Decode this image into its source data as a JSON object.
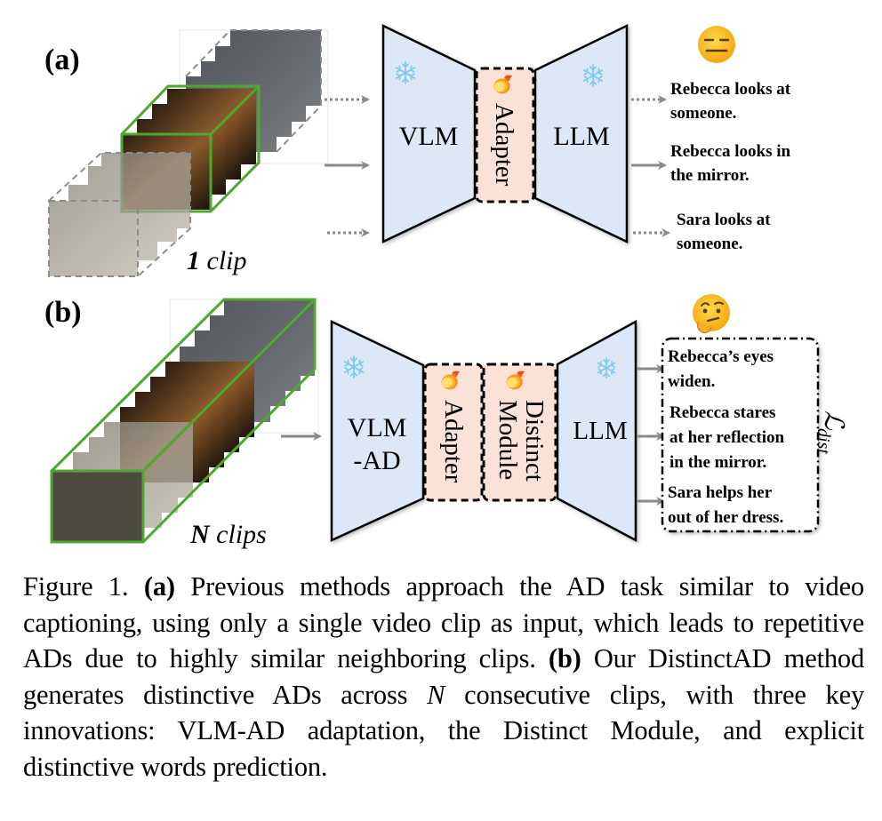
{
  "figure": {
    "panel_a": {
      "label": "(a)",
      "input_label_num": "1",
      "input_label_text": " clip",
      "vlm": "VLM",
      "adapter": "Adapter",
      "llm": "LLM",
      "frozen_icon": "snowflake-icon",
      "trainable_icon": "fire-icon",
      "reaction_icon": "expressionless-face-icon",
      "outputs": [
        {
          "line1": "Rebecca looks at",
          "line2": "someone."
        },
        {
          "line1": "Rebecca looks in",
          "line2": "the mirror."
        },
        {
          "line1": "Sara looks at",
          "line2": "someone."
        }
      ]
    },
    "panel_b": {
      "label": "(b)",
      "input_label_num": "N",
      "input_label_text": " clips",
      "vlm_line1": "VLM",
      "vlm_line2": "-AD",
      "adapter": "Adapter",
      "distinct_line1": "Distinct",
      "distinct_line2": "Module",
      "llm": "LLM",
      "reaction_icon": "thinking-face-icon",
      "loss_symbol": "ℒ",
      "loss_subscript": "dist",
      "outputs": [
        {
          "lines": [
            "Rebecca’s eyes",
            "widen."
          ]
        },
        {
          "lines": [
            "Rebecca stares",
            "at her reflection",
            "in the mirror."
          ]
        },
        {
          "lines": [
            "Sara helps her",
            "out of her dress."
          ]
        }
      ]
    },
    "colors": {
      "model_fill": "#dce8f5",
      "module_fill": "#fbe2d6",
      "clip_highlight": "#4ea72e",
      "arrow": "#808080",
      "snowflake": "#7ec8f0"
    }
  },
  "caption": {
    "prefix": "Figure 1.  ",
    "a_tag": "(a)",
    "a_text": " Previous methods approach the AD task similar to video captioning, using only a single video clip as input, which leads to repetitive ADs due to highly similar neighboring clips. ",
    "b_tag": "(b)",
    "b_text_1": " Our DistinctAD method generates distinctive ADs across ",
    "b_var": "N",
    "b_text_2": " consecutive clips, with three key innovations: VLM-AD adaptation, the Distinct Module, and explicit distinctive words prediction."
  }
}
